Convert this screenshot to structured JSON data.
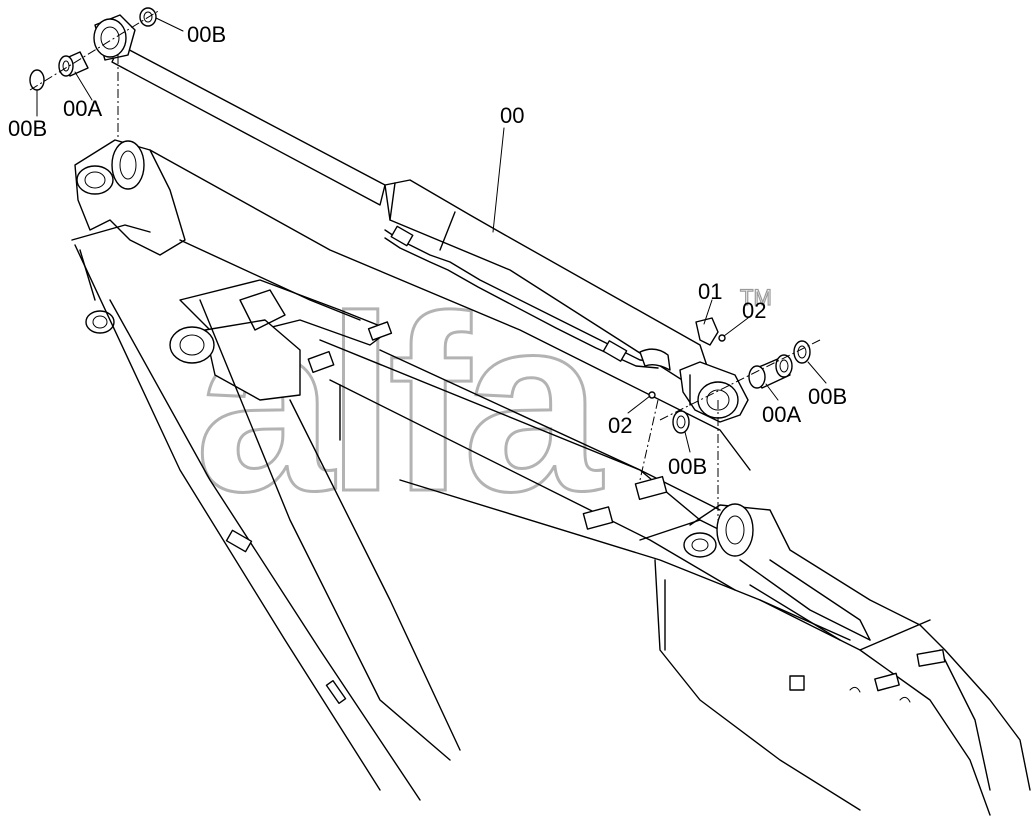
{
  "watermark": {
    "text": "alfa",
    "trademark": "TM"
  },
  "labels": {
    "cyl": "00",
    "bush_top": "00A",
    "ring_top_right": "00B",
    "ring_top_left": "00B",
    "fitting": "01",
    "seal_upper": "02",
    "seal_lower": "02",
    "bush_right": "00A",
    "ring_right": "00B",
    "ring_bottom": "00B"
  }
}
